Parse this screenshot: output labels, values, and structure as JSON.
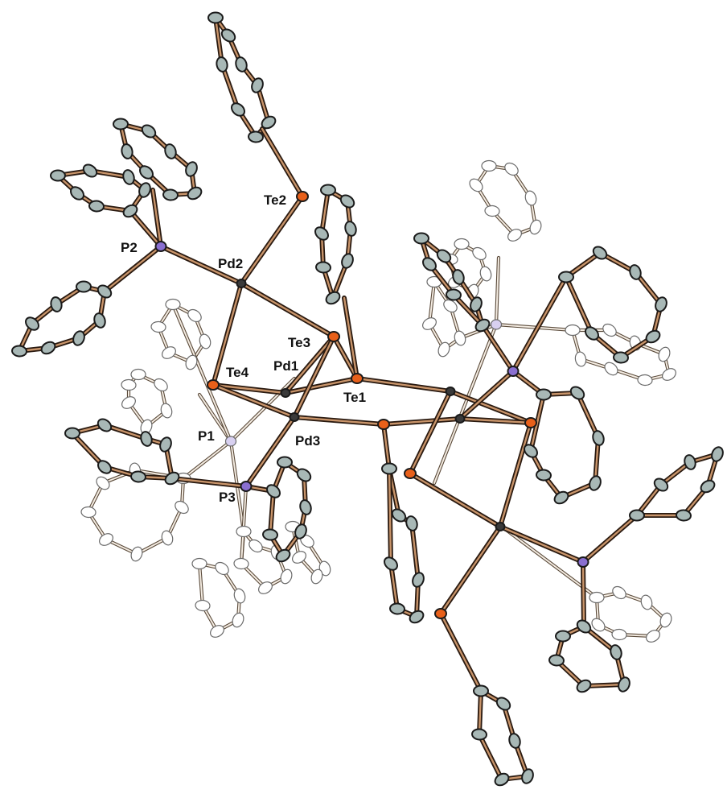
{
  "figure": {
    "atom_labels": {
      "te2": "Te2",
      "p2": "P2",
      "pd2": "Pd2",
      "te3": "Te3",
      "pd1": "Pd1",
      "te4": "Te4",
      "te1": "Te1",
      "p1": "P1",
      "pd3": "Pd3",
      "p3": "P3"
    }
  },
  "colors": {
    "bond_dark": "#2a1a10",
    "bond_fill": "#c8946a",
    "bond_light": "#b8a690",
    "te": "#e8601a",
    "pd": "#3a3a3a",
    "p": "#8a6fd0",
    "p_light": "#d8d0f0",
    "c": "#a8b8b6",
    "c_light": "#ffffff"
  }
}
